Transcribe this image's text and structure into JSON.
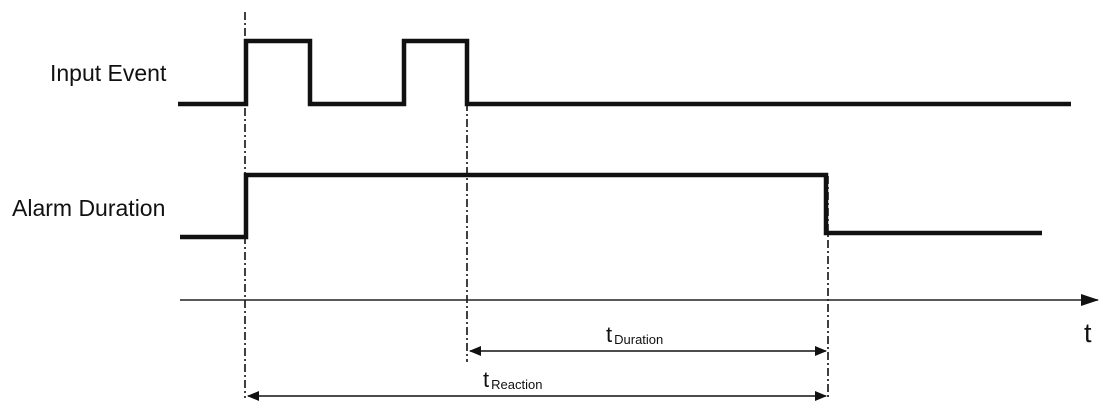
{
  "diagram": {
    "signals": [
      {
        "label": "Input Event"
      },
      {
        "label": "Alarm Duration"
      }
    ],
    "axis": {
      "label": "t"
    },
    "intervals": {
      "duration": {
        "symbol": "t",
        "subscript": "Duration"
      },
      "reaction": {
        "symbol": "t",
        "subscript": "Reaction"
      }
    }
  }
}
